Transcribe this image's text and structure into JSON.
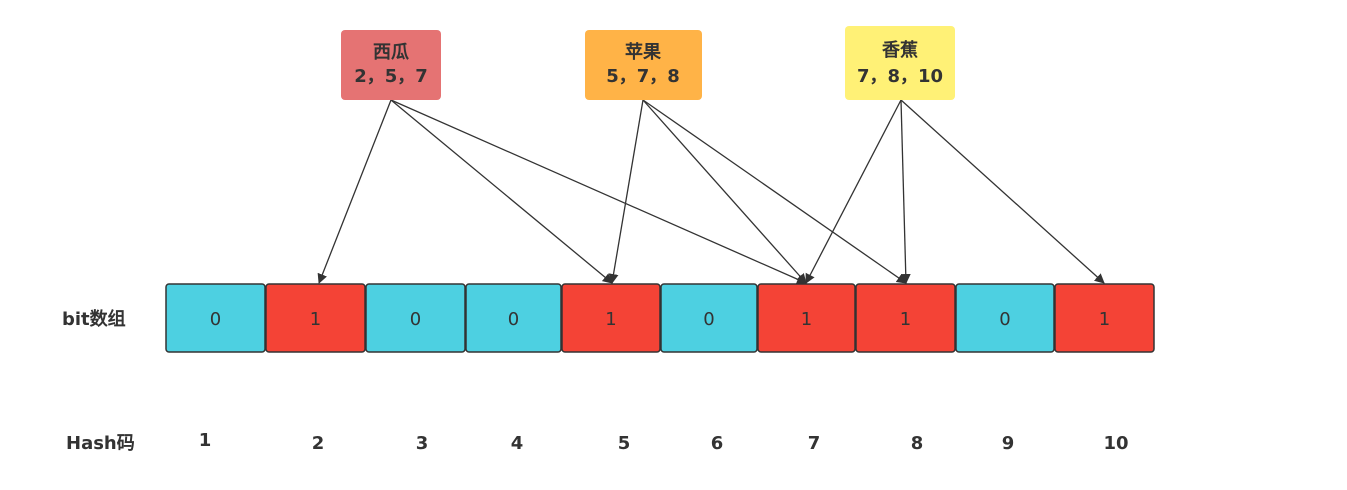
{
  "fruits": [
    {
      "name": "西瓜",
      "hashes": "2，5，7",
      "color": "#e57373",
      "targets": [
        2,
        5,
        7
      ]
    },
    {
      "name": "苹果",
      "hashes": "5，7，8",
      "color": "#ffb347",
      "targets": [
        5,
        7,
        8
      ]
    },
    {
      "name": "香蕉",
      "hashes": "7，8，10",
      "color": "#fff176",
      "targets": [
        7,
        8,
        10
      ]
    }
  ],
  "bit_array": {
    "label": "bit数组",
    "cells": [
      {
        "value": "0",
        "color": "#4dd0e1"
      },
      {
        "value": "1",
        "color": "#f44336"
      },
      {
        "value": "0",
        "color": "#4dd0e1"
      },
      {
        "value": "0",
        "color": "#4dd0e1"
      },
      {
        "value": "1",
        "color": "#f44336"
      },
      {
        "value": "0",
        "color": "#4dd0e1"
      },
      {
        "value": "1",
        "color": "#f44336"
      },
      {
        "value": "1",
        "color": "#f44336"
      },
      {
        "value": "0",
        "color": "#4dd0e1"
      },
      {
        "value": "1",
        "color": "#f44336"
      }
    ]
  },
  "hash_row": {
    "label": "Hash码",
    "codes": [
      "1",
      "2",
      "3",
      "4",
      "5",
      "6",
      "7",
      "8",
      "9",
      "10"
    ]
  },
  "colors": {
    "stroke": "#333333",
    "arrow": "#333333"
  }
}
